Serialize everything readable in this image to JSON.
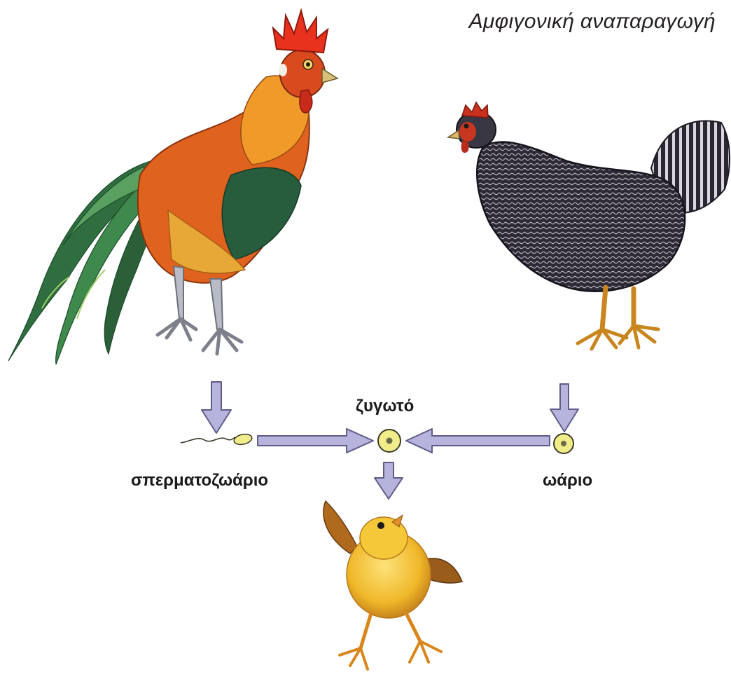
{
  "title": "Αμφιγονική αναπαραγωγή",
  "labels": {
    "zygote": "ζυγωτό",
    "sperm": "σπερματοζωάριο",
    "egg": "ωάριο"
  },
  "colors": {
    "arrow_fill": "#b6b3dc",
    "arrow_stroke": "#5f5c88",
    "cell_fill": "#f1ec8a",
    "cell_stroke": "#3a3a2a",
    "rooster_body": "#e0621f",
    "rooster_tail": "#2f6e3f",
    "hen_body": "#3e3b4a",
    "chick_body": "#f3c12e"
  }
}
